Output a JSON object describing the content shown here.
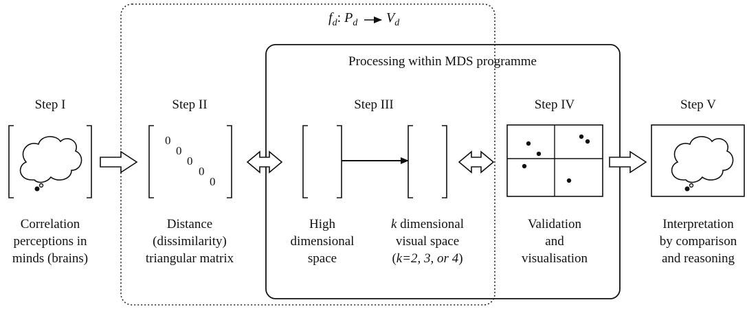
{
  "mapping": {
    "f": "f",
    "f_sub": "d",
    "sep": ":",
    "p": "P",
    "p_sub": "d",
    "v": "V",
    "v_sub": "d"
  },
  "mds_box": {
    "title": "Processing within MDS programme"
  },
  "steps": [
    {
      "title": "Step I",
      "caption": [
        "Correlation",
        "perceptions in",
        "minds (brains)"
      ]
    },
    {
      "title": "Step II",
      "caption": [
        "Distance",
        "(dissimilarity)",
        "triangular matrix"
      ]
    },
    {
      "title": "Step III",
      "caption_left": [
        "High",
        "dimensional",
        "space"
      ]
    },
    {
      "title": "Step IV",
      "caption": [
        "Validation",
        "and",
        "visualisation"
      ]
    },
    {
      "title": "Step V",
      "caption": [
        "Interpretation",
        "by comparison",
        "and reasoning"
      ]
    }
  ],
  "step3_right": {
    "line1_k": "k",
    "line1_rest": " dimensional",
    "line2": "visual space",
    "line3_open": "(",
    "line3_k": "k=2, 3, or 4",
    "line3_close": ")"
  },
  "matrix_zeros": [
    "0",
    "0",
    "0",
    "0",
    "0"
  ]
}
